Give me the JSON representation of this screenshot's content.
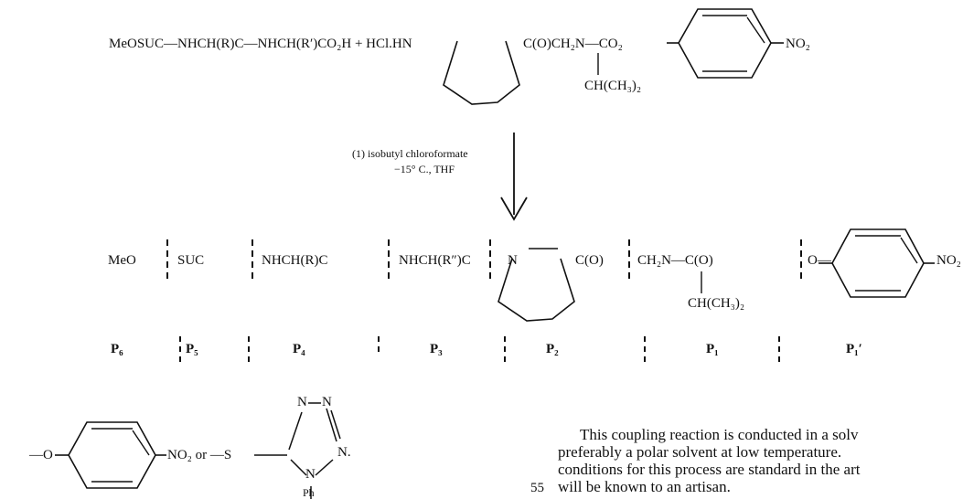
{
  "reaction": {
    "reactant1": "MeOSUC—NHCH(R)C—NHCH(R′)CO₂H + HCl.HN",
    "reactant2_group": "C(O)CH₂N—CO₂",
    "reactant2_branch": "CH(CH₃)₂",
    "nitro": "NO₂",
    "condition1": "(1) isobutyl chloroformate",
    "condition2": "−15° C., THF"
  },
  "product": {
    "fragments": [
      "MeO",
      "SUC",
      "NHCH(R)C",
      "NHCH(R″)C",
      "N",
      "C(O)",
      "CH₂N—C(O)",
      "O—"
    ],
    "branch": "CH(CH₃)₂",
    "nitro": "NO₂"
  },
  "positions": [
    "P₆",
    "P₅",
    "P₄",
    "P₃",
    "P₂",
    "P₁",
    "P₁′"
  ],
  "leaving_groups": {
    "left_o": "—O",
    "nitro_or": "NO₂ or —S",
    "tetrazole_n1": "N",
    "tetrazole_n2": "N",
    "tetrazole_n3": "N.",
    "tetrazole_n4": "N",
    "ph": "Ph"
  },
  "paragraph": {
    "line_number": "55",
    "lines": [
      "This coupling reaction is conducted in a solv",
      "preferably a polar solvent at low temperature.",
      "conditions for this process are standard in the art",
      "will be known to an artisan."
    ]
  }
}
